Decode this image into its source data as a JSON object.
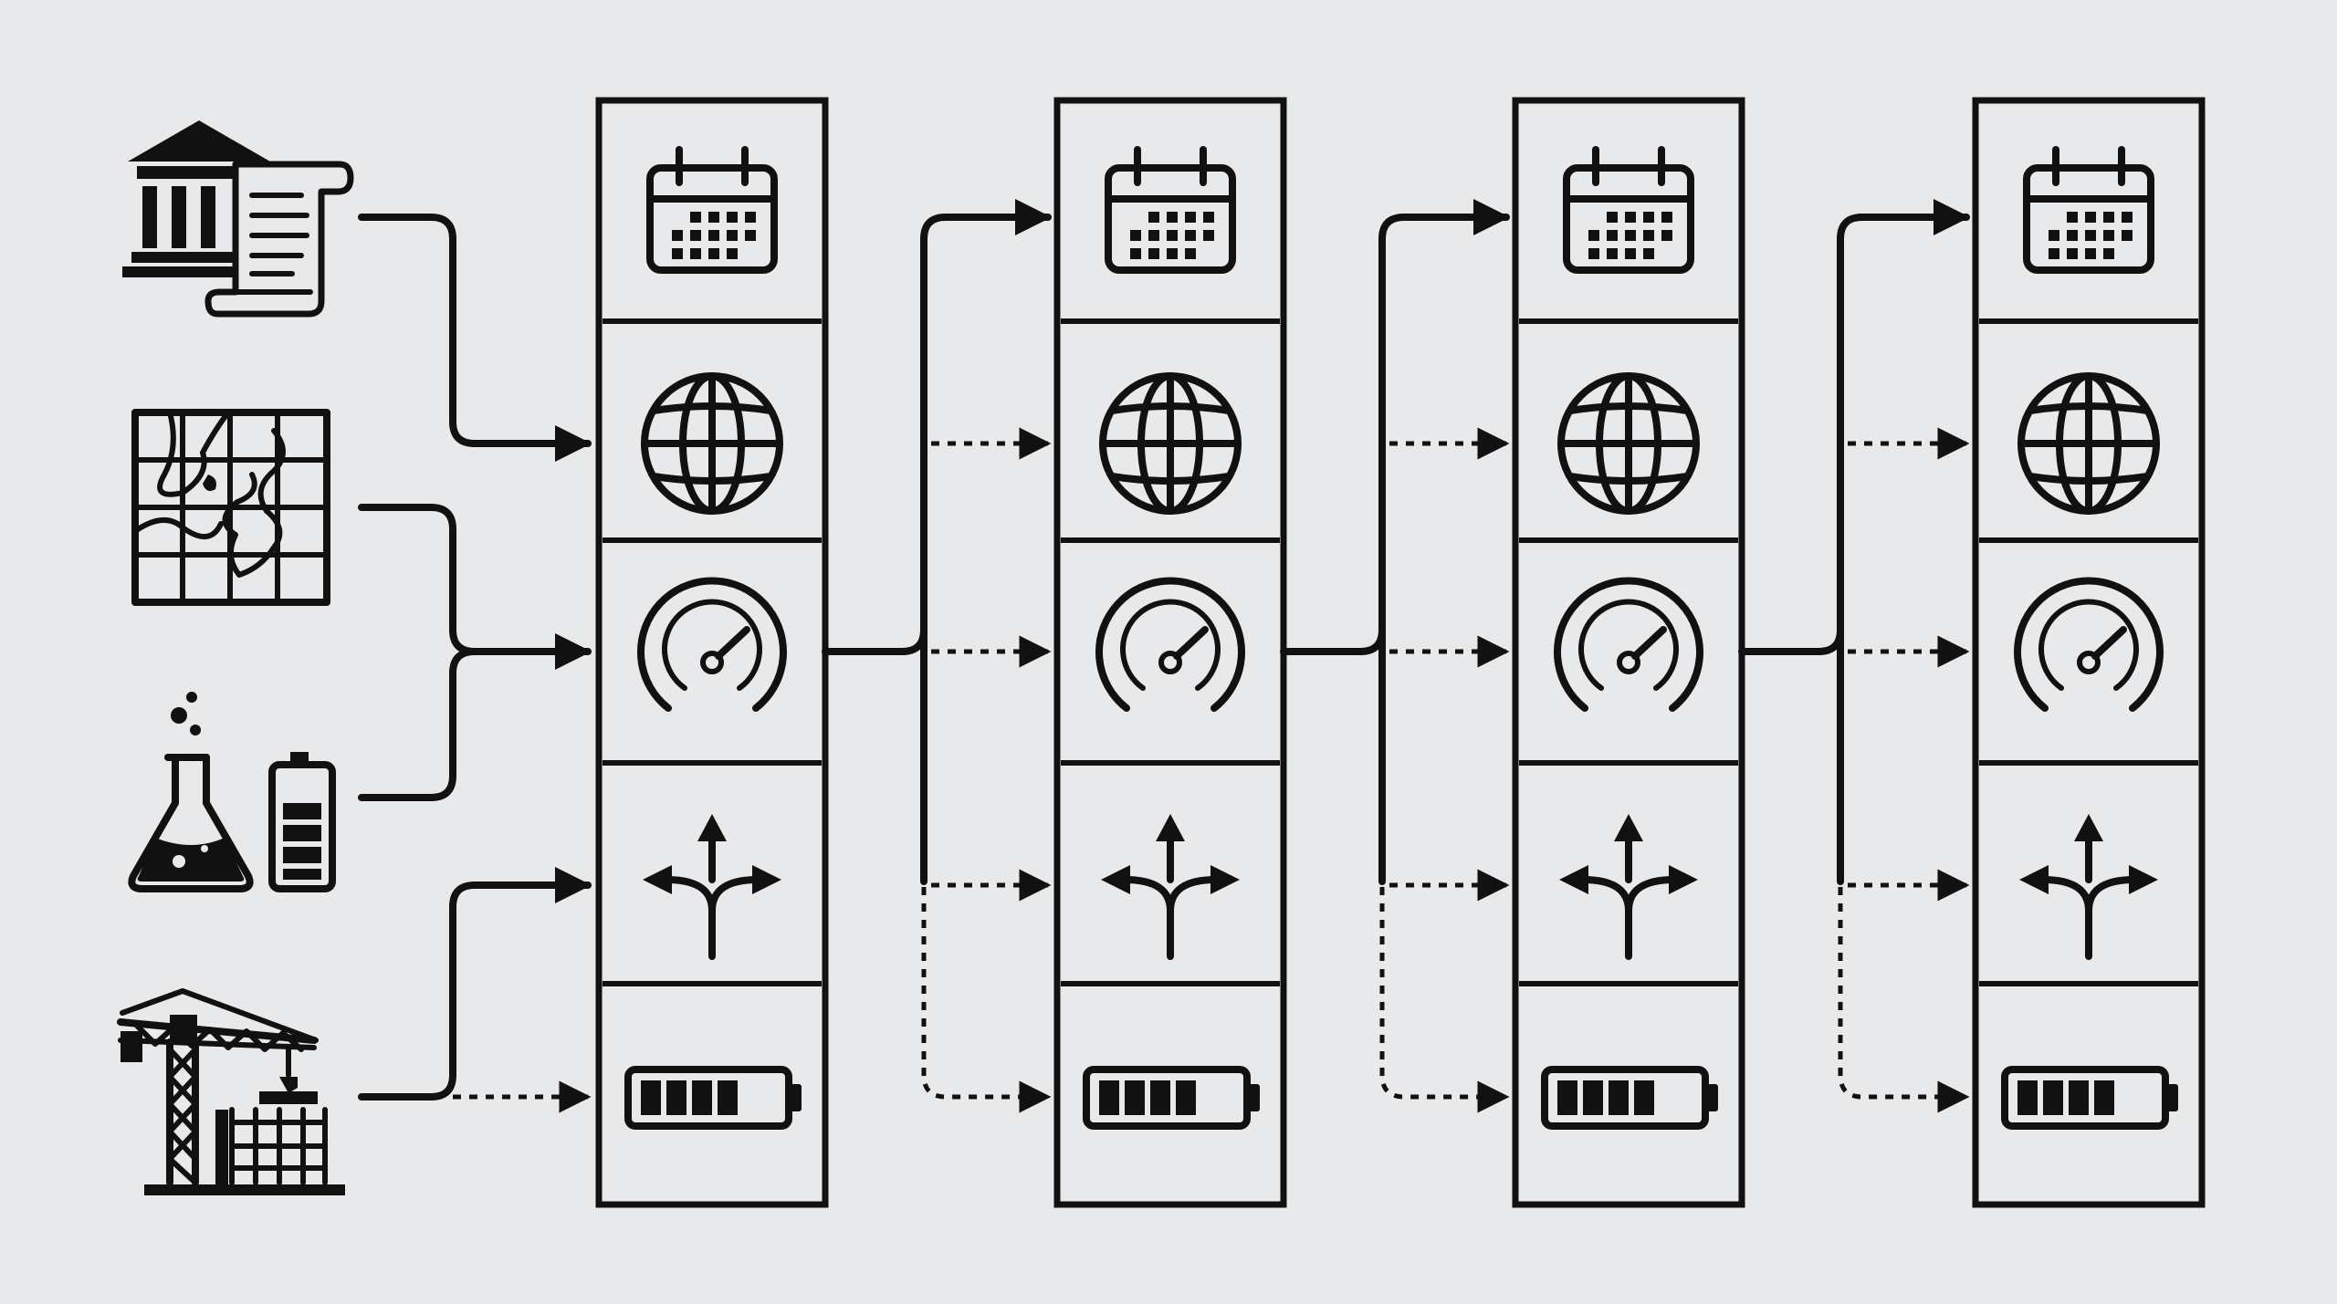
{
  "diagram": {
    "sources": [
      {
        "id": "institution",
        "icon": "bank-with-document-icon"
      },
      {
        "id": "map",
        "icon": "map-grid-icon"
      },
      {
        "id": "lab",
        "icon": "flask-and-battery-icon"
      },
      {
        "id": "construction",
        "icon": "crane-construction-icon"
      }
    ],
    "stage_rows": [
      {
        "id": "schedule",
        "icon": "calendar-icon"
      },
      {
        "id": "global",
        "icon": "globe-icon"
      },
      {
        "id": "performance",
        "icon": "speedometer-icon"
      },
      {
        "id": "direction",
        "icon": "split-arrows-icon"
      },
      {
        "id": "energy",
        "icon": "battery-icon"
      }
    ],
    "stage_count": 4
  }
}
